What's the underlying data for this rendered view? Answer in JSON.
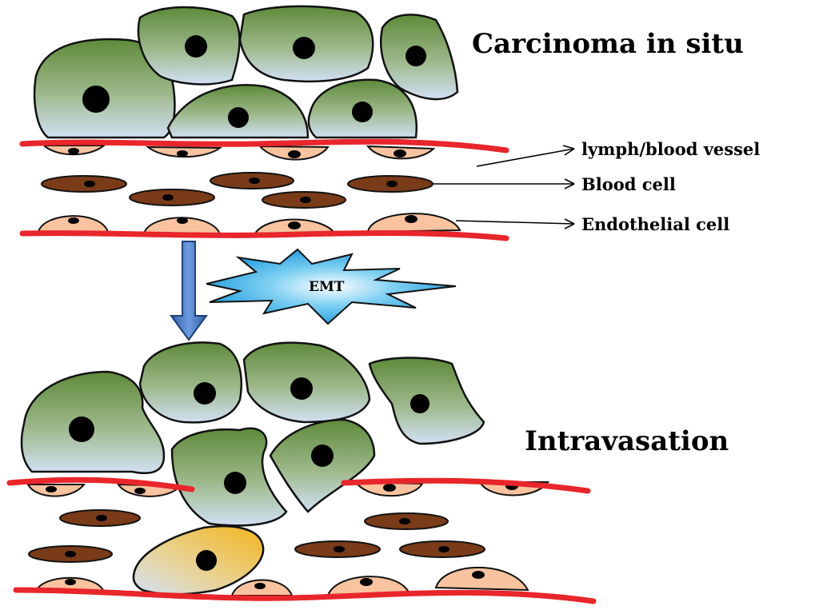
{
  "labels": {
    "carcinoma": "Carcinoma in situ",
    "vessel": "lymph/blood vessel",
    "blood_cell": "Blood cell",
    "endothelial": "Endothelial cell",
    "emt": "EMT",
    "intravasation": "Intravasation"
  },
  "colors": {
    "tumor_top": "#5e8a3a",
    "tumor_bottom": "#d2e0f4",
    "migrating_top": "#f2b41c",
    "migrating_bottom": "#d2e0f4",
    "vessel_wall": "#e8262b",
    "endothelial": "#f8c39e",
    "blood_cell": "#7a3b18",
    "emt_burst": "#3cb0e6",
    "arrow": "#4a7bc8"
  }
}
